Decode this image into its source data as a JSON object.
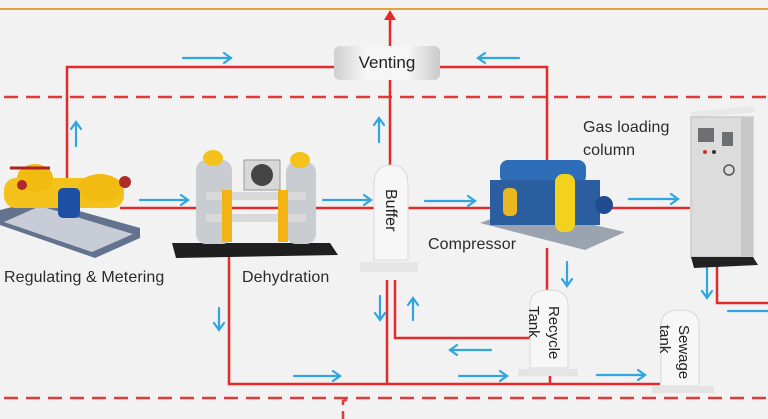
{
  "diagram": {
    "title": "Gas station process flow",
    "colors": {
      "pipe": "#e32b2b",
      "flow_arrow": "#2fa6df",
      "boundary": "#e8a23a",
      "background": "#f2f2f3"
    },
    "nodes": {
      "venting": {
        "label": "Venting"
      },
      "regulating": {
        "label": "Regulating & Metering"
      },
      "dehydration": {
        "label": "Dehydration"
      },
      "buffer": {
        "label": "Buffer"
      },
      "compressor": {
        "label": "Compressor"
      },
      "gas_loading": {
        "label_line1": "Gas loading",
        "label_line2": "column"
      },
      "recycle_tank": {
        "label_line1": "Recycle",
        "label_line2": "Tank"
      },
      "sewage_tank": {
        "label_line1": "Sewage",
        "label_line2": "tank"
      }
    },
    "flows": [
      {
        "from": "regulating",
        "to": "dehydration"
      },
      {
        "from": "dehydration",
        "to": "buffer"
      },
      {
        "from": "buffer",
        "to": "compressor"
      },
      {
        "from": "compressor",
        "to": "gas_loading"
      },
      {
        "from": "regulating",
        "to": "venting"
      },
      {
        "from": "compressor",
        "to": "venting"
      },
      {
        "from": "buffer",
        "to": "venting"
      },
      {
        "from": "venting",
        "to": "atmosphere"
      },
      {
        "from": "compressor",
        "to": "recycle_tank"
      },
      {
        "from": "recycle_tank",
        "to": "buffer"
      },
      {
        "from": "dehydration",
        "to": "sewage_tank"
      },
      {
        "from": "buffer",
        "to": "sewage_tank"
      },
      {
        "from": "recycle_tank",
        "to": "sewage_tank"
      },
      {
        "from": "gas_loading",
        "to": "sewage_tank"
      }
    ]
  }
}
